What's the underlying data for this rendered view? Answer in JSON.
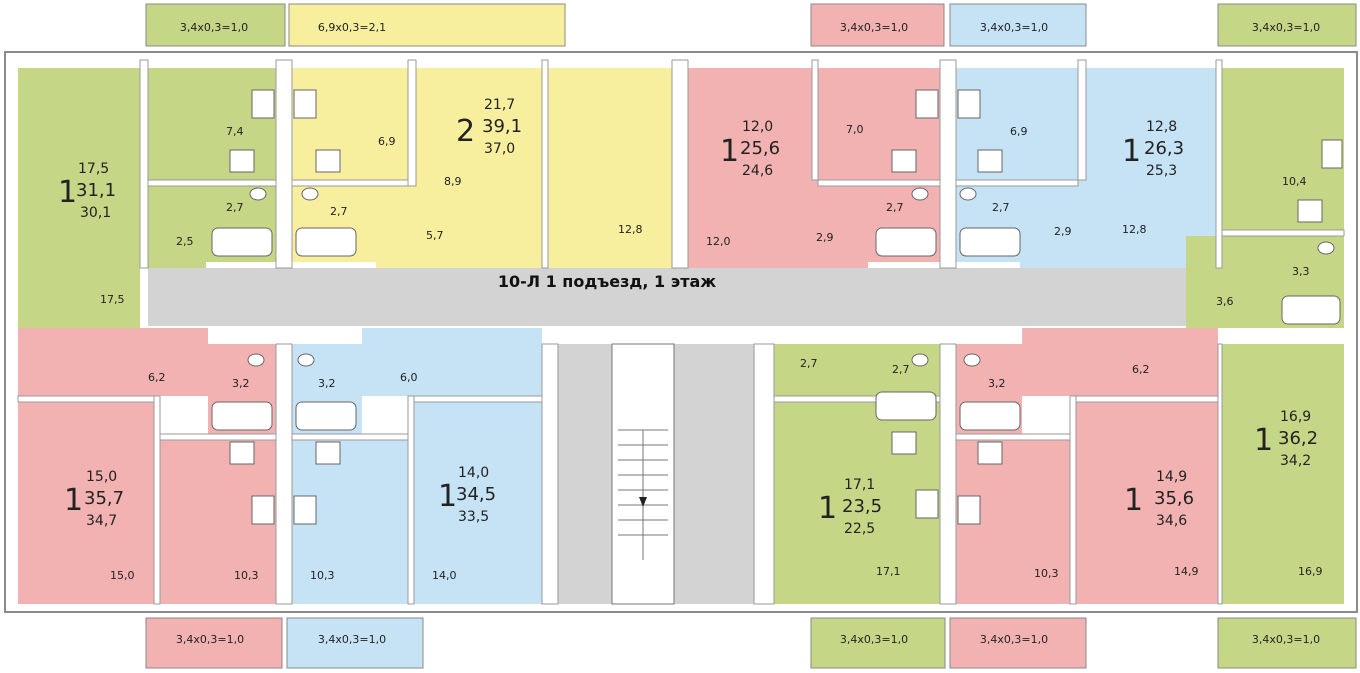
{
  "colors": {
    "green": "#c5d786",
    "yellow": "#f8ef9e",
    "pink": "#f2b2b2",
    "blue": "#c6e3f6",
    "corridor": "#d3d3d3",
    "wall": "#ffffff",
    "wall_stroke": "#8a8a8a"
  },
  "title": "10-Л 1 подъезд, 1 этаж",
  "balconies": {
    "top_1": "3,4х0,3=1,0",
    "top_2": "6,9х0,3=2,1",
    "top_3": "3,4х0,3=1,0",
    "top_4": "3,4х0,3=1,0",
    "top_5": "3,4х0,3=1,0",
    "bottom_1": "3,4х0,3=1,0",
    "bottom_2": "3,4х0,3=1,0",
    "bottom_3": "3,4х0,3=1,0",
    "bottom_4": "3,4х0,3=1,0",
    "bottom_5": "3,4х0,3=1,0"
  },
  "apartments": {
    "a1": {
      "rooms": "1",
      "living": "17,5",
      "total": "31,1",
      "without_balcony": "30,1"
    },
    "a2": {
      "rooms": "2",
      "living": "21,7",
      "total": "39,1",
      "without_balcony": "37,0"
    },
    "a3": {
      "rooms": "1",
      "living": "12,0",
      "total": "25,6",
      "without_balcony": "24,6"
    },
    "a4": {
      "rooms": "1",
      "living": "12,8",
      "total": "26,3",
      "without_balcony": "25,3"
    },
    "a5": {
      "rooms": "1",
      "living": "15,0",
      "total": "35,7",
      "without_balcony": "34,7"
    },
    "a6": {
      "rooms": "1",
      "living": "14,0",
      "total": "34,5",
      "without_balcony": "33,5"
    },
    "a7": {
      "rooms": "1",
      "living": "17,1",
      "total": "23,5",
      "without_balcony": "22,5"
    },
    "a8": {
      "rooms": "1",
      "living": "14,9",
      "total": "35,6",
      "without_balcony": "34,6"
    },
    "a9": {
      "rooms": "1",
      "living": "16,9",
      "total": "36,2",
      "without_balcony": "34,2"
    }
  },
  "areas": {
    "r1": "7,4",
    "r2": "6,9",
    "r3": "2,7",
    "r4": "2,7",
    "r5": "2,5",
    "r6": "17,5",
    "r7": "8,9",
    "r8": "5,7",
    "r9": "12,8",
    "r10": "12,0",
    "r11": "7,0",
    "r12": "2,9",
    "r13": "2,7",
    "r14": "6,9",
    "r15": "2,7",
    "r16": "2,9",
    "r17": "12,8",
    "r18": "10,4",
    "r19": "3,3",
    "r20": "3,6",
    "r21": "6,2",
    "r22": "3,2",
    "r23": "3,2",
    "r24": "6,0",
    "r25": "15,0",
    "r26": "10,3",
    "r27": "10,3",
    "r28": "14,0",
    "r29": "2,7",
    "r30": "2,7",
    "r31": "3,2",
    "r32": "6,2",
    "r33": "17,1",
    "r34": "10,3",
    "r35": "14,9",
    "r36": "16,9"
  }
}
